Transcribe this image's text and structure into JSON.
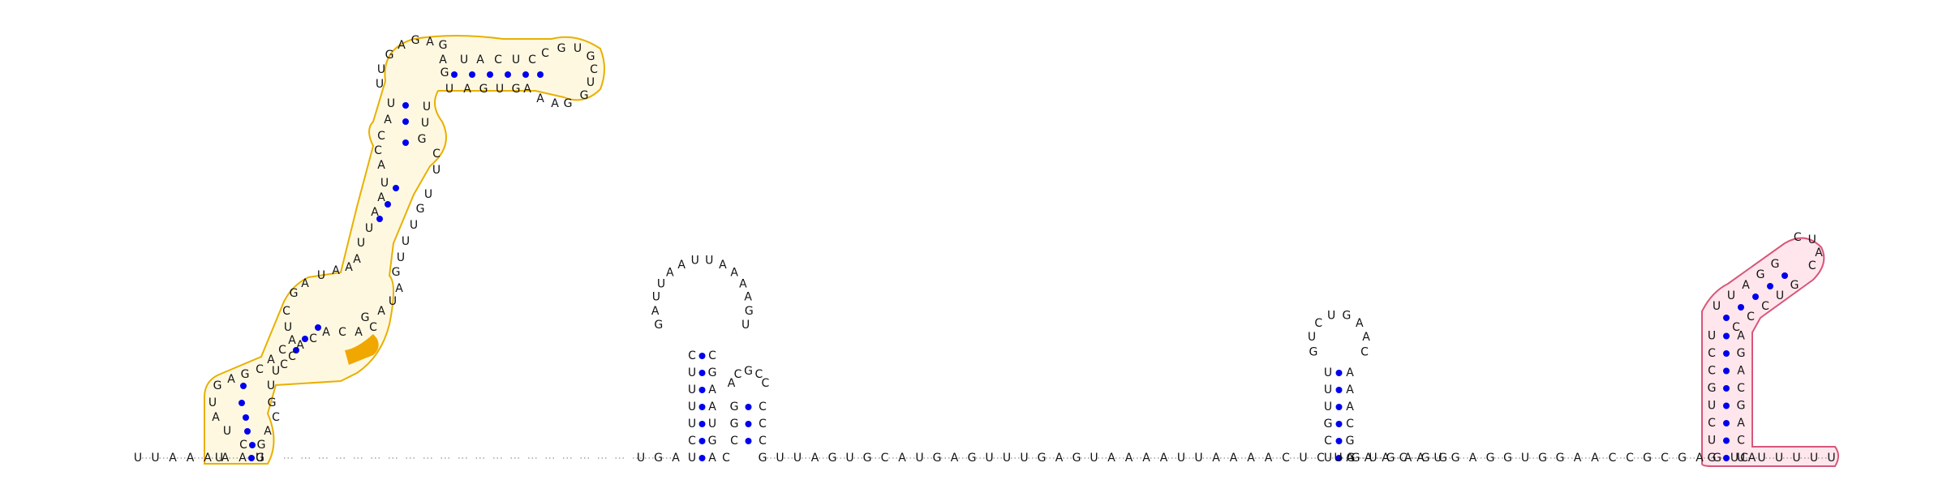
{
  "colors": {
    "pair": "#0000ee",
    "backbone": "#777777",
    "nucleotide": "#111111",
    "outline_gold": "#e8b000",
    "fill_gold": "#fff3c8",
    "highlight_gold": "#f0a800",
    "outline_pink": "#d8567a",
    "fill_pink": "#ffd5df"
  },
  "diagram": {
    "leader": "UUAAAAAG",
    "hairpin1": {
      "stem": [
        [
          "U",
          "A"
        ],
        [
          "C",
          "G"
        ],
        [
          "U",
          "U"
        ],
        [
          "U",
          "A"
        ],
        [
          "U",
          "A"
        ],
        [
          "U",
          "G"
        ],
        [
          "C",
          "C"
        ]
      ],
      "loop": "GAUUAAUUAAAAGU"
    },
    "hairpin2": {
      "stem": [
        [
          "C",
          "C"
        ],
        [
          "G",
          "C"
        ],
        [
          "G",
          "C"
        ]
      ],
      "loop": "ACGCC"
    },
    "linker": "GUUAGUGCAUGAGUUUGAGUAAAAUUAAAACUCUGUGAGG",
    "hairpin3": {
      "stem": [
        [
          "U",
          "A"
        ],
        [
          "C",
          "G"
        ],
        [
          "G",
          "C"
        ],
        [
          "U",
          "A"
        ],
        [
          "U",
          "A"
        ],
        [
          "U",
          "A"
        ]
      ],
      "loop": "GUCUGAAC"
    },
    "spacer": "GAACAUGAGGUGGAACCGCGAGUA",
    "hairpin4": {
      "stem": [
        [
          "G",
          "U"
        ],
        [
          "U",
          "C"
        ],
        [
          "C",
          "A"
        ],
        [
          "U",
          "G"
        ],
        [
          "G",
          "C"
        ],
        [
          "C",
          "A"
        ],
        [
          "C",
          "G"
        ],
        [
          "U",
          "A"
        ],
        [
          "U",
          "C"
        ],
        [
          "U",
          "C"
        ],
        [
          "A",
          "C"
        ],
        [
          "G",
          "U"
        ],
        [
          "G",
          "G"
        ]
      ],
      "loop": "CUAC"
    },
    "trailer": "CUUUUU"
  }
}
